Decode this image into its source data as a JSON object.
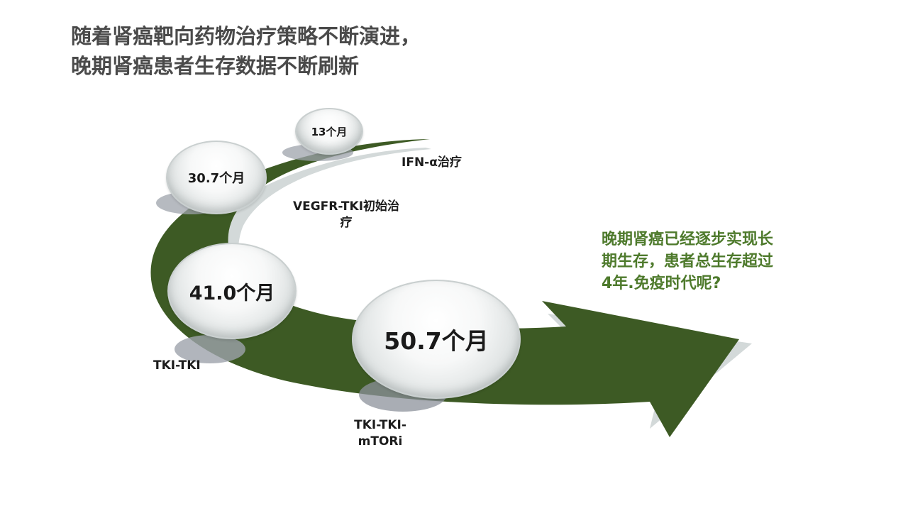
{
  "title": {
    "line1": "随着肾癌靶向药物治疗策略不断演进，",
    "line2": "晚期肾癌患者生存数据不断刷新"
  },
  "milestones": [
    {
      "value": "13个月",
      "treatment": "IFN-α治疗"
    },
    {
      "value": "30.7个月",
      "treatment": "VEGFR-TKI初始治疗"
    },
    {
      "value": "41.0个月",
      "treatment": "TKI-TKI"
    },
    {
      "value": "50.7个月",
      "treatment": "TKI-TKI-mTORi"
    }
  ],
  "labels": {
    "vegfr_line1": "VEGFR-TKI初始治",
    "vegfr_line2": "疗",
    "mtori_line1": "TKI-TKI-",
    "mtori_line2": "mTORi"
  },
  "callout": {
    "line1": "晚期肾癌已经逐步实现长",
    "line2": "期生存，患者总生存超过",
    "line3": "4年.免疫时代呢?"
  },
  "colors": {
    "arrow": "#3d5a24",
    "arrow_shadow": "#d3d9d9",
    "title": "#4a4a4a",
    "callout": "#4e7a2c"
  }
}
